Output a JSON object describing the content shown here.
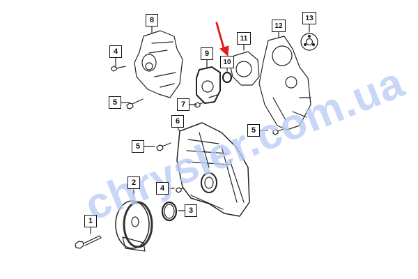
{
  "diagram": {
    "type": "exploded-parts-diagram",
    "subject": "Engine timing cover assembly",
    "watermark": "chrysler.com.ua",
    "highlight_arrow_color": "#e02020",
    "highlighted_part": "10",
    "callouts": [
      {
        "id": "c1",
        "label": "1",
        "part": "crankshaft damper bolt"
      },
      {
        "id": "c2",
        "label": "2",
        "part": "crankshaft damper / pulley"
      },
      {
        "id": "c3",
        "label": "3",
        "part": "front crankshaft seal"
      },
      {
        "id": "c4a",
        "label": "4",
        "part": "bolt (lower, timing cover)"
      },
      {
        "id": "c4b",
        "label": "4",
        "part": "bolt (upper, cover 8)"
      },
      {
        "id": "c5a",
        "label": "5",
        "part": "bolt (left, cover 8)"
      },
      {
        "id": "c5b",
        "label": "5",
        "part": "bolt (timing cover)"
      },
      {
        "id": "c5c",
        "label": "5",
        "part": "bolt (right, cover 12)"
      },
      {
        "id": "c6",
        "label": "6",
        "part": "timing chain cover"
      },
      {
        "id": "c7",
        "label": "7",
        "part": "bolt (housing 9)"
      },
      {
        "id": "c8",
        "label": "8",
        "part": "cover / housing"
      },
      {
        "id": "c9",
        "label": "9",
        "part": "housing"
      },
      {
        "id": "c10",
        "label": "10",
        "part": "O-ring"
      },
      {
        "id": "c11",
        "label": "11",
        "part": "gasket"
      },
      {
        "id": "c12",
        "label": "12",
        "part": "cover"
      },
      {
        "id": "c13",
        "label": "13",
        "part": "seal / plug"
      }
    ]
  }
}
